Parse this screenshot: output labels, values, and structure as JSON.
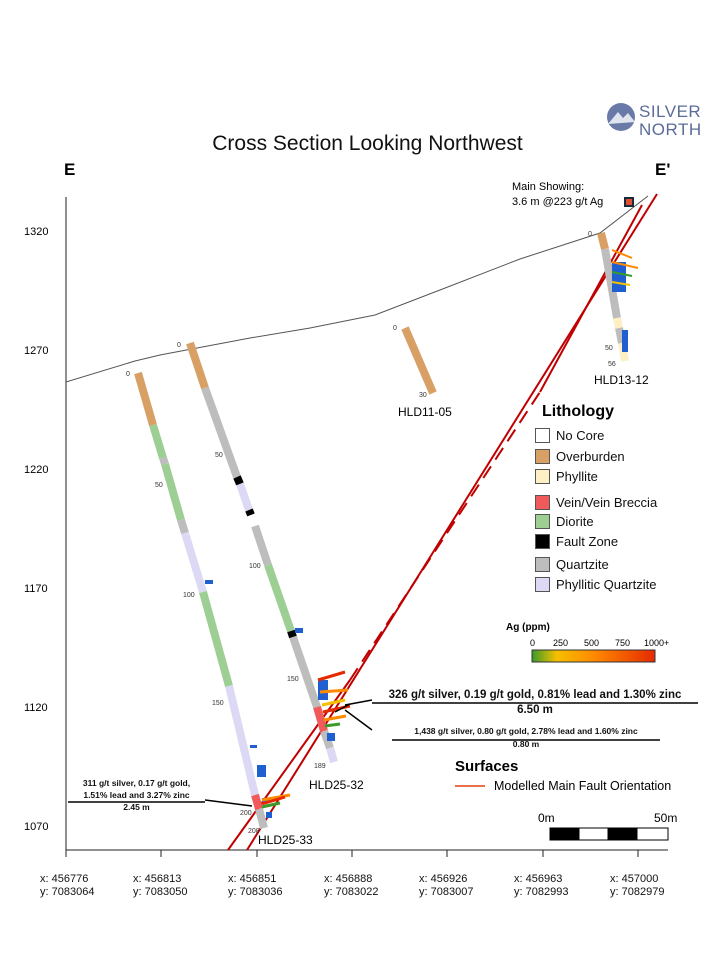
{
  "title": "Cross Section Looking Northwest",
  "logo": {
    "line1": "SILVER",
    "line2": "NORTH"
  },
  "section_ends": {
    "left": "E",
    "right": "E'"
  },
  "main_showing": {
    "line1": "Main Showing:",
    "line2": "3.6 m @223 g/t Ag"
  },
  "y_axis": {
    "ticks": [
      "1320",
      "1270",
      "1220",
      "1170",
      "1120",
      "1070"
    ]
  },
  "x_axis": {
    "ticks": [
      {
        "x": "x: 456776",
        "y": "y: 7083064"
      },
      {
        "x": "x: 456813",
        "y": "y: 7083050"
      },
      {
        "x": "x: 456851",
        "y": "y: 7083036"
      },
      {
        "x": "x: 456888",
        "y": "y: 7083022"
      },
      {
        "x": "x: 456926",
        "y": "y: 7083007"
      },
      {
        "x": "x: 456963",
        "y": "y: 7082993"
      },
      {
        "x": "x: 457000",
        "y": "y: 7082979"
      }
    ]
  },
  "holes": {
    "hld25_33": {
      "name": "HLD25-33",
      "depths": [
        "0",
        "50",
        "100",
        "150",
        "200",
        "208"
      ]
    },
    "hld25_32": {
      "name": "HLD25-32",
      "depths": [
        "0",
        "50",
        "100",
        "150",
        "189"
      ]
    },
    "hld11_05": {
      "name": "HLD11-05",
      "depths": [
        "0",
        "30"
      ]
    },
    "hld13_12": {
      "name": "HLD13-12",
      "depths": [
        "0",
        "50",
        "56"
      ]
    }
  },
  "legend": {
    "title": "Lithology",
    "items": [
      {
        "label": "No Core",
        "color": "#ffffff"
      },
      {
        "label": "Overburden",
        "color": "#d9a066"
      },
      {
        "label": "Phyllite",
        "color": "#fdf0c4"
      },
      {
        "label": "Vein/Vein Breccia",
        "color": "#f05a5a"
      },
      {
        "label": "Diorite",
        "color": "#9dcf95"
      },
      {
        "label": "Fault Zone",
        "color": "#000000"
      },
      {
        "label": "Quartzite",
        "color": "#bdbdbd"
      },
      {
        "label": "Phyllitic Quartzite",
        "color": "#dcd9f5"
      }
    ]
  },
  "colorbar": {
    "title": "Ag (ppm)",
    "ticks": [
      "0",
      "250",
      "500",
      "750",
      "1000+"
    ]
  },
  "surfaces": {
    "title": "Surfaces",
    "item": "Modelled Main Fault Orientation",
    "color": "#e8704a"
  },
  "scale": {
    "left": "0m",
    "right": "50m"
  },
  "annotations": {
    "a1_line1": "326 g/t silver, 0.19 g/t gold, 0.81% lead and 1.30% zinc",
    "a1_width": "6.50 m",
    "a2_line1": "1,438 g/t silver, 0.80 g/t gold, 2.78% lead and 1.60% zinc",
    "a2_width": "0.80 m",
    "a3_line1": "311 g/t silver, 0.17 g/t gold,",
    "a3_line2": "1.51% lead and 3.27% zinc",
    "a3_width": "2.45 m"
  }
}
